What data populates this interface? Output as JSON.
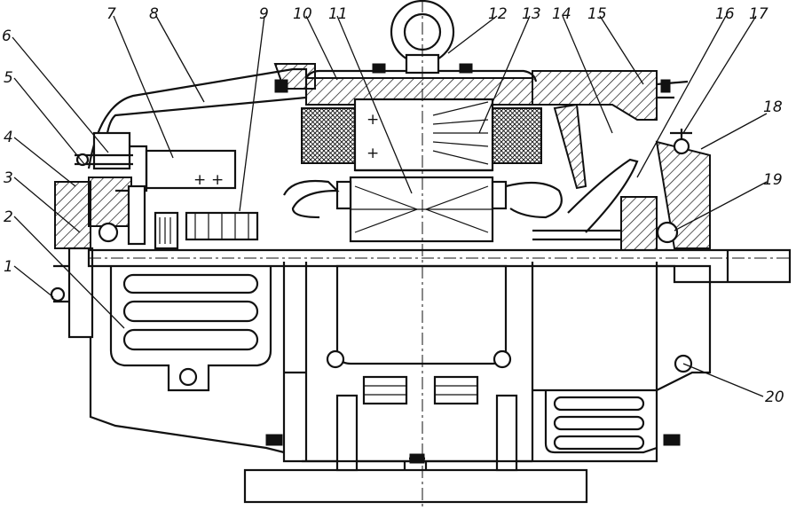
{
  "figure": {
    "callouts": [
      {
        "id": "callout-1",
        "label": "1"
      },
      {
        "id": "callout-2",
        "label": "2"
      },
      {
        "id": "callout-3",
        "label": "3"
      },
      {
        "id": "callout-4",
        "label": "4"
      },
      {
        "id": "callout-5",
        "label": "5"
      },
      {
        "id": "callout-6",
        "label": "6"
      },
      {
        "id": "callout-7",
        "label": "7"
      },
      {
        "id": "callout-8",
        "label": "8"
      },
      {
        "id": "callout-9",
        "label": "9"
      },
      {
        "id": "callout-10",
        "label": "10"
      },
      {
        "id": "callout-11",
        "label": "11"
      },
      {
        "id": "callout-12",
        "label": "12"
      },
      {
        "id": "callout-13",
        "label": "13"
      },
      {
        "id": "callout-14",
        "label": "14"
      },
      {
        "id": "callout-15",
        "label": "15"
      },
      {
        "id": "callout-16",
        "label": "16"
      },
      {
        "id": "callout-17",
        "label": "17"
      },
      {
        "id": "callout-18",
        "label": "18"
      },
      {
        "id": "callout-19",
        "label": "19"
      },
      {
        "id": "callout-20",
        "label": "20"
      }
    ],
    "armature_marks": [
      "+",
      "+",
      "+",
      "+"
    ]
  }
}
